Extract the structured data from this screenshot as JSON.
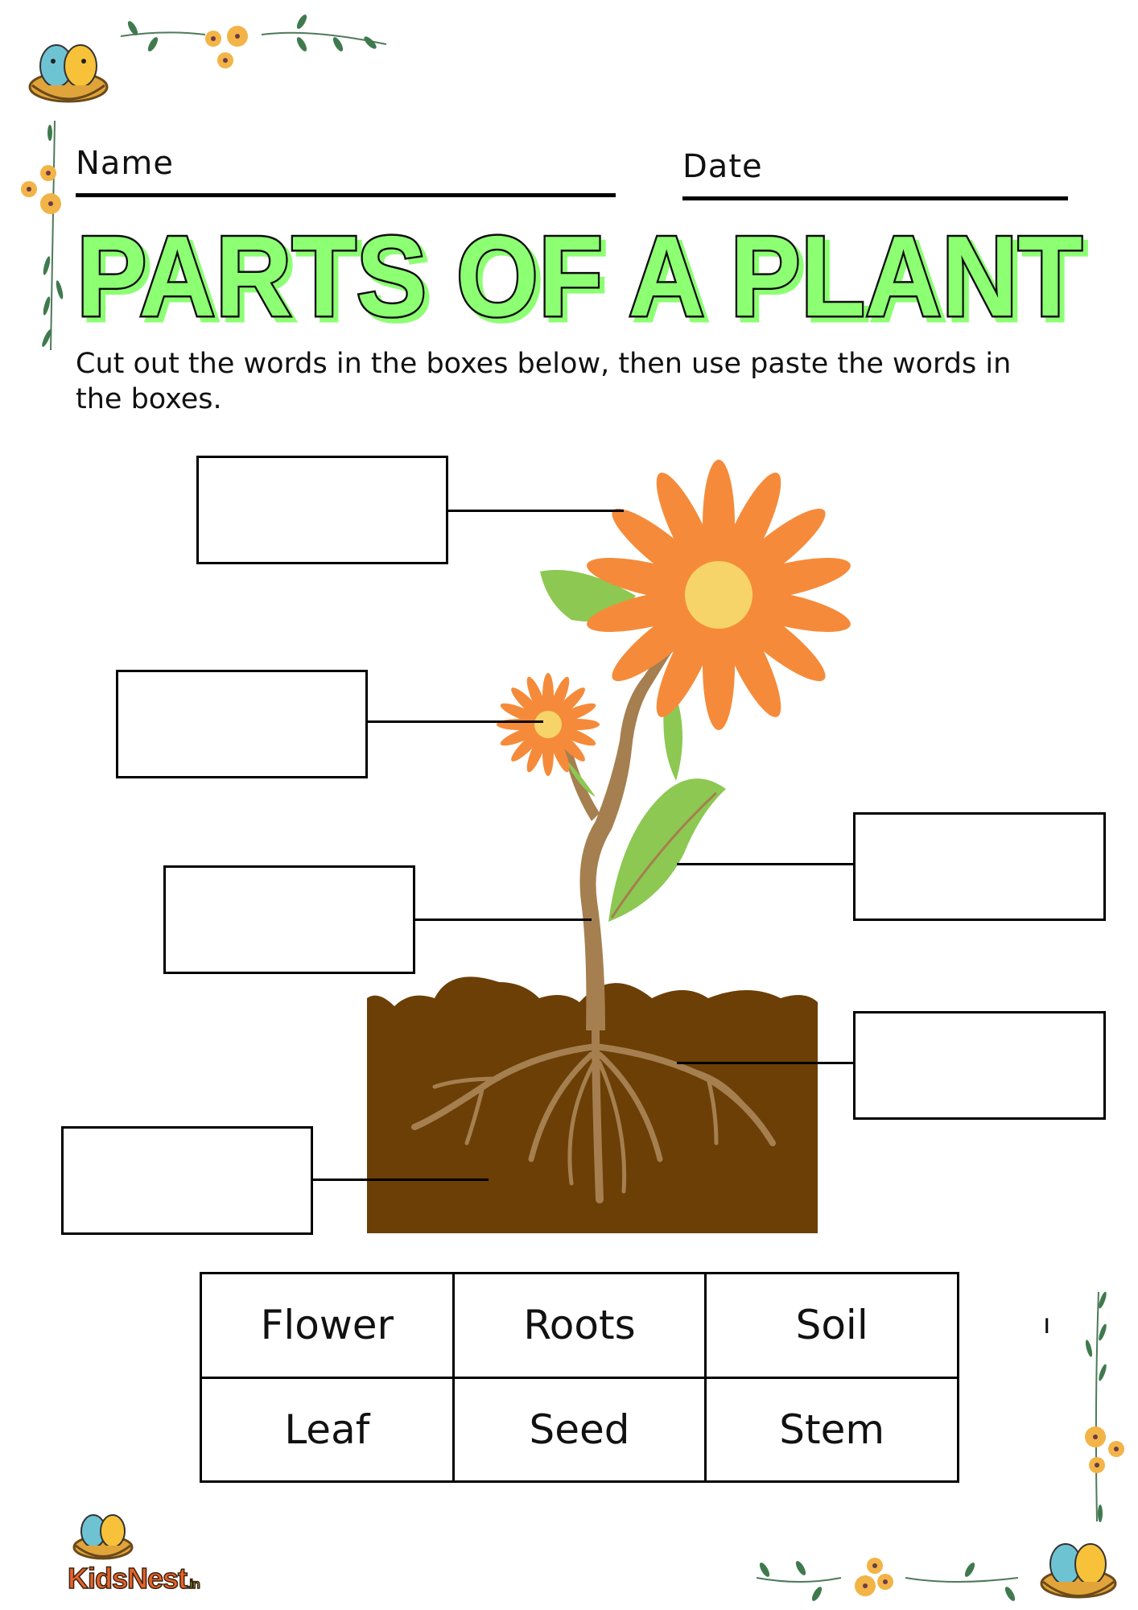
{
  "header": {
    "name_label": "Name",
    "date_label": "Date"
  },
  "title": "PARTS OF A PLANT",
  "instructions": "Cut out the words in the boxes below, then use paste the words in the boxes.",
  "word_bank": [
    [
      "Flower",
      "Roots",
      "Soil"
    ],
    [
      "Leaf",
      "Seed",
      "Stem"
    ]
  ],
  "stray_mark": "ı",
  "branding": {
    "logo_text": "KidsNest",
    "logo_suffix": ".in"
  },
  "colors": {
    "title_fill": "#8CFF73",
    "petal": "#F58B3A",
    "flower_center": "#F7D46A",
    "leaf": "#8CC852",
    "stem": "#A57F4F",
    "soil": "#6B3F05"
  }
}
